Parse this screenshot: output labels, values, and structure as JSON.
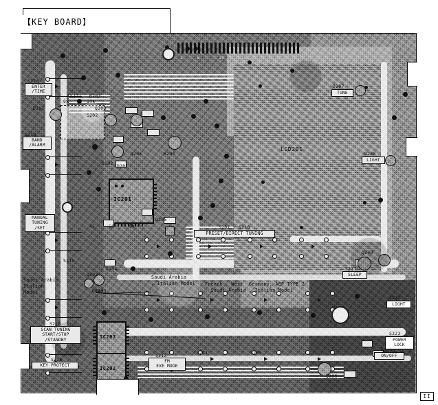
{
  "document": {
    "title": "【KEY BOARD】",
    "page_marker": "II"
  },
  "board": {
    "lcd_label": "LCD201",
    "ics": [
      {
        "ref": "IC201"
      },
      {
        "ref": "IC202"
      },
      {
        "ref": "IC203"
      }
    ],
    "switch_callouts": [
      {
        "ref": "S220",
        "label": "ENTER\n/TIME"
      },
      {
        "ref": "S219",
        "label": "BAND\n/ALARM"
      },
      {
        "ref": "S214",
        "label": "MANUAL\nTUNING\n/SET"
      },
      {
        "ref": "S218",
        "label": "SCAN TUNING\nSTART/STOP\n/STANDBY"
      },
      {
        "ref": "S216",
        "label": "KEY PROTECT"
      },
      {
        "ref": "S201 ~ S210",
        "label": "PRESET/DIRECT TUNING"
      },
      {
        "ref": "S212",
        "label": "FM\nEXE MODE"
      },
      {
        "ref": "S217",
        "label": "SLEEP"
      },
      {
        "ref": "S222",
        "label": "LIGHT"
      },
      {
        "ref": "S223",
        "label": "POWER\nLOCK"
      },
      {
        "ref": "S213",
        "label": "ON/OFF"
      }
    ],
    "component_refs": [
      "S221",
      "S215",
      "S211",
      "S202",
      "S205",
      "D201",
      "D202",
      "D203",
      "D204",
      "D205",
      "D206",
      "D207",
      "D208",
      "D209",
      "Q201",
      "Q202",
      "Q203",
      "Q204",
      "Q205",
      "Q206",
      "Q209",
      "R201",
      "R202",
      "R203",
      "R204",
      "R206",
      "R207",
      "R208",
      "R209",
      "R212",
      "R213",
      "R214",
      "R215",
      "R217",
      "R218",
      "R219",
      "R220",
      "R221",
      "R223",
      "R224",
      "C201",
      "C202",
      "C203",
      "C204",
      "C205",
      "C212",
      "C213"
    ],
    "led_refs": [
      {
        "ref": "D207",
        "label": "TUNE"
      },
      {
        "ref": "D208",
        "label": "LIGHT"
      }
    ],
    "annotations": [
      {
        "text": "Saudi Arabia\n, Italian Model"
      },
      {
        "text": "Saudi Arabia\nItalian\nModel"
      },
      {
        "text": "French , West  Germany, AEP TYPE 2\n, Saudi Arabia , Italian Model"
      }
    ],
    "trimmer_values": [
      "9k",
      "10k"
    ],
    "connector_pin_numbers": [
      "1",
      "5",
      "10",
      "15",
      "20",
      "25",
      "30",
      "35",
      "40",
      "45",
      "50",
      "54"
    ]
  },
  "colors": {
    "board_fill": "#8c8c8c",
    "copper_dark": "#5b5b5b",
    "mask_light": "#e8e8e8",
    "ink": "#0a0a0a",
    "paper": "#ffffff"
  }
}
